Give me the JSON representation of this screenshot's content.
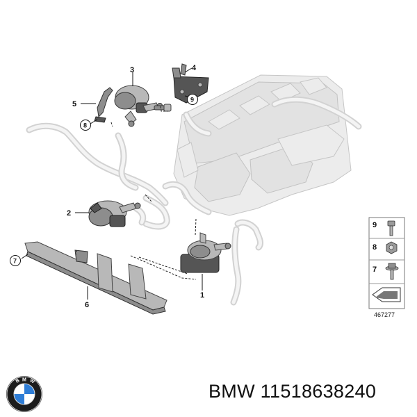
{
  "diagram": {
    "callouts": [
      "1",
      "2",
      "3",
      "4",
      "5",
      "6"
    ],
    "circled_callouts": [
      "7",
      "8",
      "9"
    ],
    "legend": {
      "items": [
        {
          "number": "9",
          "icon": "bolt-icon"
        },
        {
          "number": "8",
          "icon": "nut-icon"
        },
        {
          "number": "7",
          "icon": "flange-bolt-icon"
        }
      ],
      "reference": "467277"
    }
  },
  "footer": {
    "brand": "BMW",
    "part_number": "11518638240",
    "text": "BMW 11518638240"
  },
  "colors": {
    "ink": "#111111",
    "engine_gray": "#ececec",
    "part_dark": "#555555",
    "logo_blue": "#2e7dd6"
  }
}
